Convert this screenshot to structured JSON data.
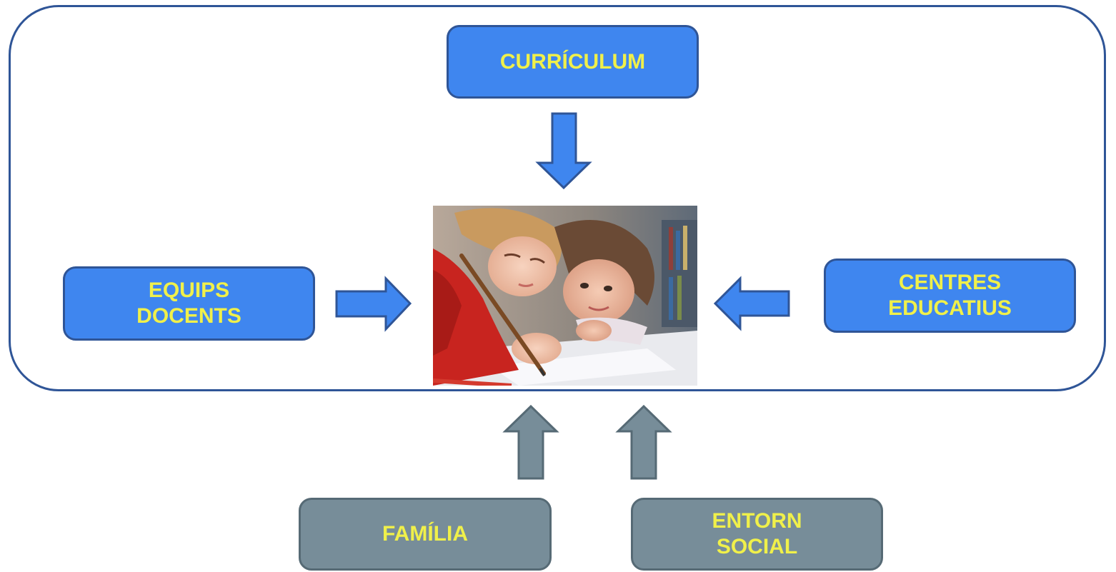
{
  "diagram": {
    "top_box": {
      "label": "CURRÍCULUM"
    },
    "left_box": {
      "label": "EQUIPS\nDOCENTS"
    },
    "right_box": {
      "label": "CENTRES\nEDUCATIUS"
    },
    "bottom_left_box": {
      "label": "FAMÍLIA"
    },
    "bottom_right_box": {
      "label": "ENTORN\nSOCIAL"
    },
    "center_image": {
      "subject": "children-writing-photo"
    }
  },
  "colors": {
    "frame_border": "#2f5597",
    "blue_fill": "#3f86ef",
    "gray_fill": "#778d99",
    "label_text": "#f0f04a"
  }
}
